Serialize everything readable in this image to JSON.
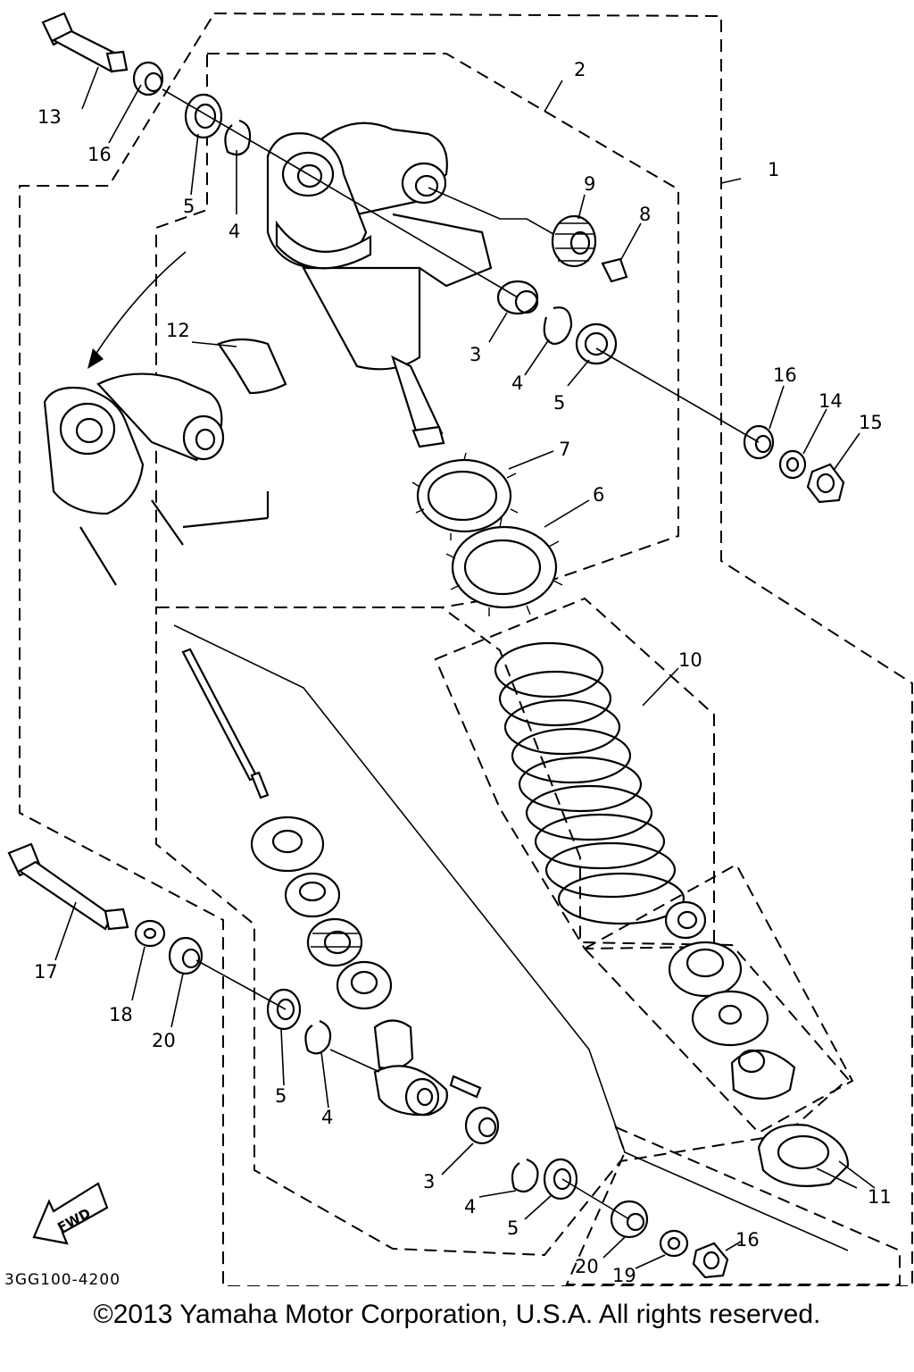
{
  "diagram_code": "3GG100-4200",
  "fwd_label": "FWD",
  "copyright": "©2013 Yamaha Motor Corporation, U.S.A. All rights reserved.",
  "callouts": {
    "c1": "1",
    "c2": "2",
    "c3a": "3",
    "c3b": "3",
    "c4a": "4",
    "c4b": "4",
    "c4c": "4",
    "c4d": "4",
    "c5a": "5",
    "c5b": "5",
    "c5c": "5",
    "c5d": "5",
    "c6": "6",
    "c7": "7",
    "c8": "8",
    "c9": "9",
    "c10": "10",
    "c11": "11",
    "c12": "12",
    "c13": "13",
    "c14": "14",
    "c15": "15",
    "c16a": "16",
    "c16b": "16",
    "c16c": "16",
    "c17": "17",
    "c18": "18",
    "c19": "19",
    "c20a": "20",
    "c20b": "20"
  }
}
